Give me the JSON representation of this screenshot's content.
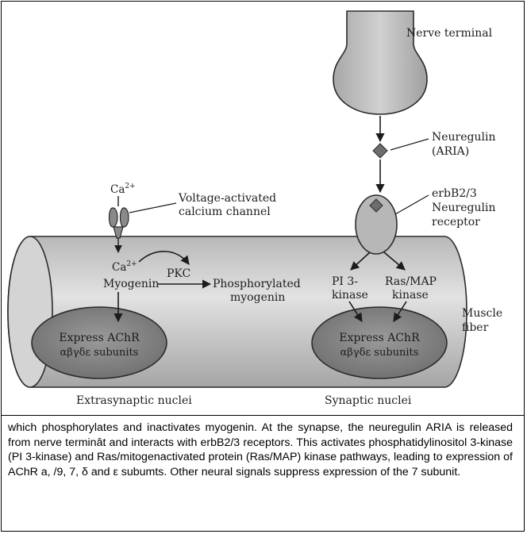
{
  "labels": {
    "nerve_terminal": "Nerve terminal",
    "neuregulin_1": "Neuregulin",
    "neuregulin_2": "(ARIA)",
    "ca_top": "Ca",
    "ca_top_sup": "2+",
    "ca_mid": "Ca",
    "ca_mid_sup": "2+",
    "channel_1": "Voltage-activated",
    "channel_2": "calcium channel",
    "receptor_1": "erbB2/3",
    "receptor_2": "Neuregulin",
    "receptor_3": "receptor",
    "myogenin": "Myogenin",
    "pkc": "PKC",
    "phospho_1": "Phosphorylated",
    "phospho_2": "myogenin",
    "pi3k_1": "PI 3-",
    "pi3k_2": "kinase",
    "rasmap_1": "Ras/MAP",
    "rasmap_2": "kinase",
    "muscle_1": "Muscle",
    "muscle_2": "fiber",
    "extra_nucleus_1": "Express AChR",
    "extra_nucleus_2": "αβγδε subunits",
    "syn_nucleus_1": "Express AChR",
    "syn_nucleus_2": "αβγδε subunits",
    "extrasynaptic": "Extrasynaptic nuclei",
    "synaptic": "Synaptic nuclei"
  },
  "caption": "which phosphorylates and inactivates myogenin. At the synapse, the neuregulin ARIA is released from nerve terminât and interacts with erbB2/3 receptors. This activates phosphatidylinositol 3-kinase (PI 3-kinase) and Ras/mitogenactivated protein (Ras/MAP) kinase pathways, leading to expression of AChR a, /9, 7, δ and ε subumts. Other neural signals suppress expression of the 7 subunit."
}
